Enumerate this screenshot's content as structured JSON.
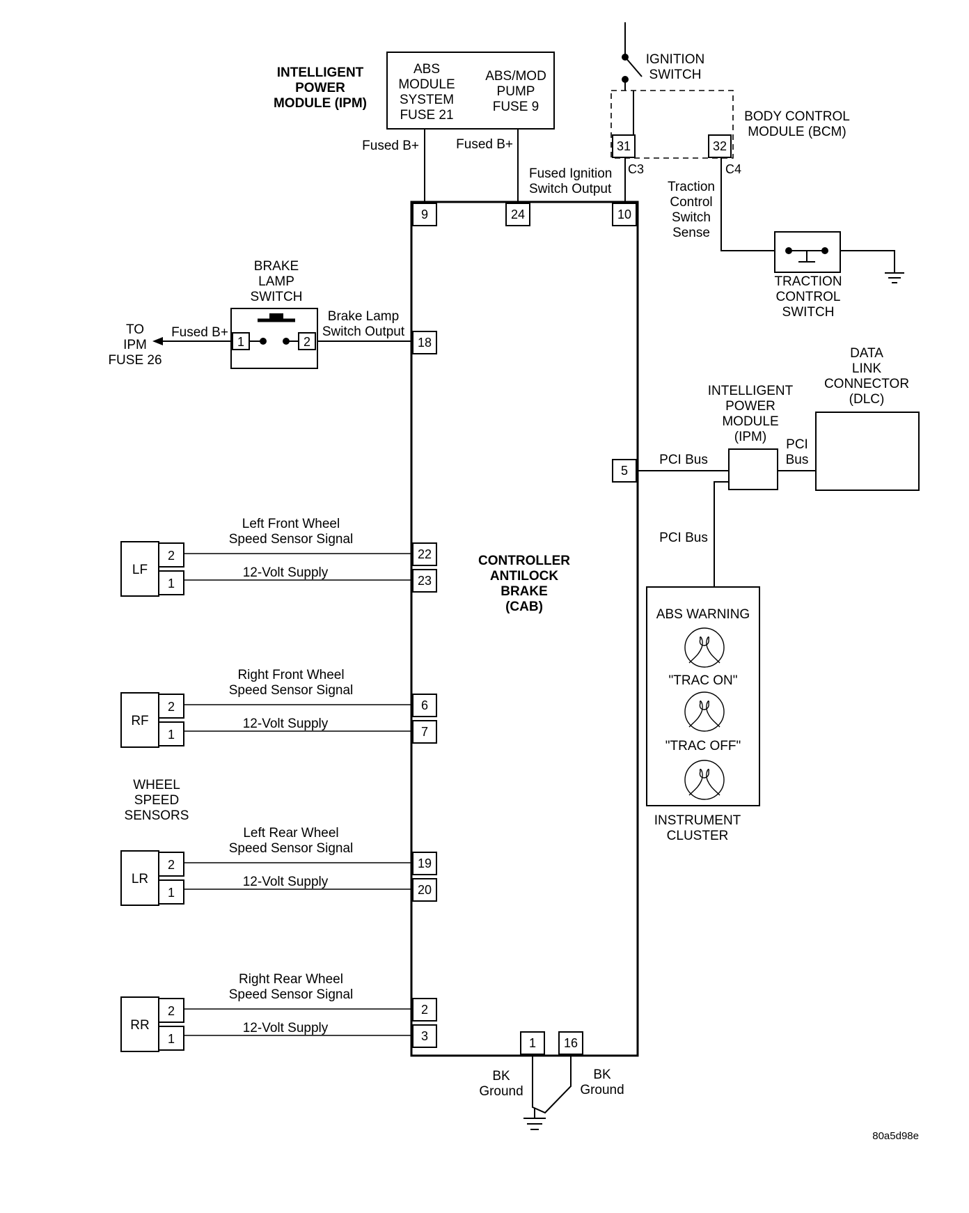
{
  "ipm_top": {
    "title": [
      "INTELLIGENT",
      "POWER",
      "MODULE (IPM)"
    ],
    "fuse_abs": [
      "ABS",
      "MODULE",
      "SYSTEM",
      "FUSE 21"
    ],
    "fuse_pump": [
      "ABS/MOD",
      "PUMP",
      "FUSE 9"
    ],
    "feed_left": "Fused B+",
    "feed_right": "Fused B+"
  },
  "ignition": {
    "label": [
      "IGNITION",
      "SWITCH"
    ]
  },
  "bcm": {
    "label": [
      "BODY CONTROL",
      "MODULE (BCM)"
    ],
    "pin_left": "31",
    "pin_right": "32",
    "conn_left": "C3",
    "conn_right": "C4",
    "ignition_output": [
      "Fused Ignition",
      "Switch Output"
    ],
    "traction_sense": [
      "Traction",
      "Control",
      "Switch",
      "Sense"
    ]
  },
  "traction_switch": {
    "label": [
      "TRACTION",
      "CONTROL",
      "SWITCH"
    ]
  },
  "cab": {
    "label": [
      "CONTROLLER",
      "ANTILOCK",
      "BRAKE",
      "(CAB)"
    ],
    "pins_top": [
      "9",
      "24",
      "10"
    ],
    "pin_brake": "18",
    "pin_pci": "5",
    "pins_bottom": [
      "1",
      "16"
    ]
  },
  "brake_lamp": {
    "label": [
      "BRAKE",
      "LAMP",
      "SWITCH"
    ],
    "pin1": "1",
    "pin2": "2",
    "to_fuse": [
      "TO",
      "IPM",
      "FUSE 26"
    ],
    "feed": "Fused B+",
    "output": [
      "Brake Lamp",
      "Switch Output"
    ]
  },
  "ipm_right": {
    "label": [
      "INTELLIGENT",
      "POWER",
      "MODULE",
      "(IPM)"
    ],
    "bus_to_cab": "PCI Bus",
    "bus_to_dlc": [
      "PCI",
      "Bus"
    ],
    "bus_to_cluster": "PCI Bus"
  },
  "dlc": {
    "label": [
      "DATA",
      "LINK",
      "CONNECTOR",
      "(DLC)"
    ]
  },
  "cluster": {
    "lamps": [
      "ABS WARNING",
      "\"TRAC ON\"",
      "\"TRAC OFF\""
    ],
    "label": [
      "INSTRUMENT",
      "CLUSTER"
    ]
  },
  "sensors": {
    "group_label": [
      "WHEEL",
      "SPEED",
      "SENSORS"
    ],
    "items": [
      {
        "name": "LF",
        "signal": [
          "Left Front Wheel",
          "Speed Sensor Signal"
        ],
        "supply": "12-Volt Supply",
        "pins": [
          "2",
          "1"
        ],
        "cab_pins": [
          "22",
          "23"
        ]
      },
      {
        "name": "RF",
        "signal": [
          "Right Front Wheel",
          "Speed Sensor Signal"
        ],
        "supply": "12-Volt Supply",
        "pins": [
          "2",
          "1"
        ],
        "cab_pins": [
          "6",
          "7"
        ]
      },
      {
        "name": "LR",
        "signal": [
          "Left Rear Wheel",
          "Speed Sensor Signal"
        ],
        "supply": "12-Volt Supply",
        "pins": [
          "2",
          "1"
        ],
        "cab_pins": [
          "19",
          "20"
        ]
      },
      {
        "name": "RR",
        "signal": [
          "Right Rear Wheel",
          "Speed Sensor Signal"
        ],
        "supply": "12-Volt Supply",
        "pins": [
          "2",
          "1"
        ],
        "cab_pins": [
          "2",
          "3"
        ]
      }
    ]
  },
  "ground": {
    "left": [
      "BK",
      "Ground"
    ],
    "right": [
      "BK",
      "Ground"
    ]
  },
  "figure_code": "80a5d98e"
}
